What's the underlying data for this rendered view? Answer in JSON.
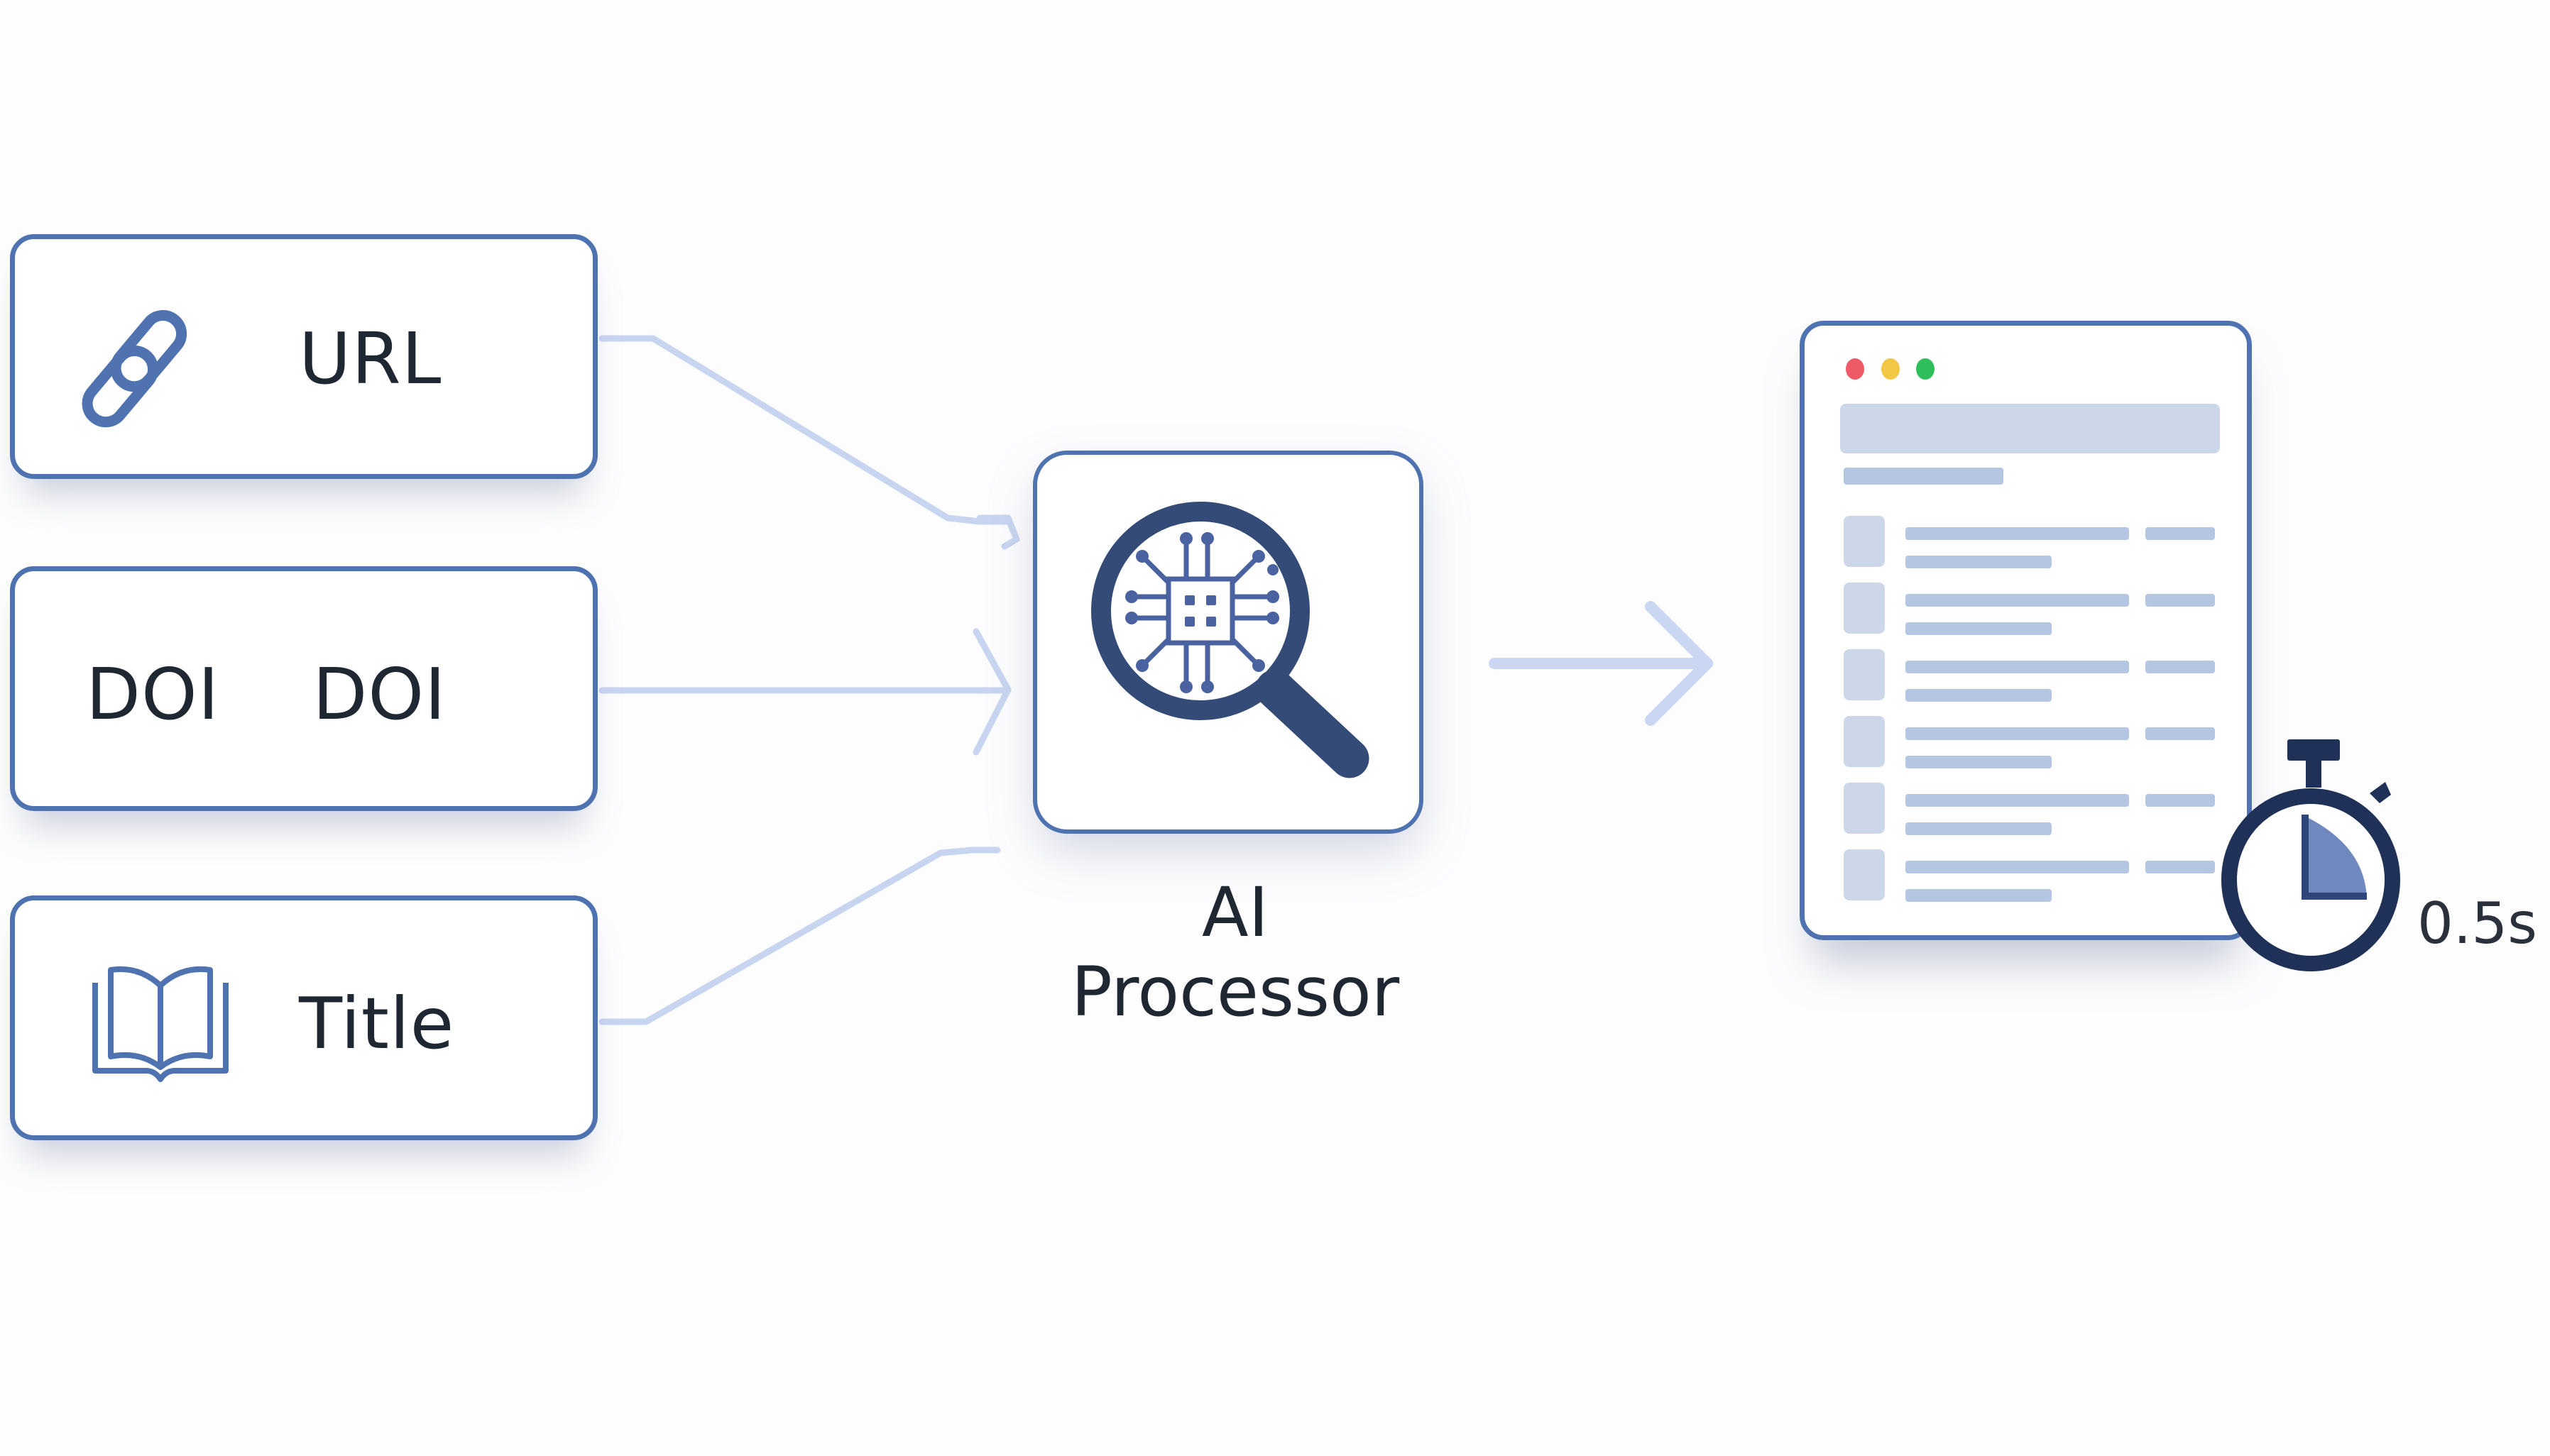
{
  "inputs": [
    {
      "label": "URL",
      "icon": "link-icon"
    },
    {
      "label": "DOI    DOI",
      "icon": null
    },
    {
      "label": "Title",
      "icon": "book-icon"
    }
  ],
  "processor": {
    "label": "AI Processor",
    "icon": "magnifier-chip-icon"
  },
  "output": {
    "window_icon": "results-window",
    "traffic_lights": [
      "#ef5a67",
      "#f1c744",
      "#2fbf5a"
    ],
    "result_rows": 6,
    "timer": {
      "label": "0.5s",
      "icon": "stopwatch-icon",
      "fraction": 0.25
    }
  },
  "colors": {
    "border": "#4f73b0",
    "connector": "#c5d3f0",
    "icon_dark": "#344b77",
    "placeholder": "#b4c6e2"
  }
}
